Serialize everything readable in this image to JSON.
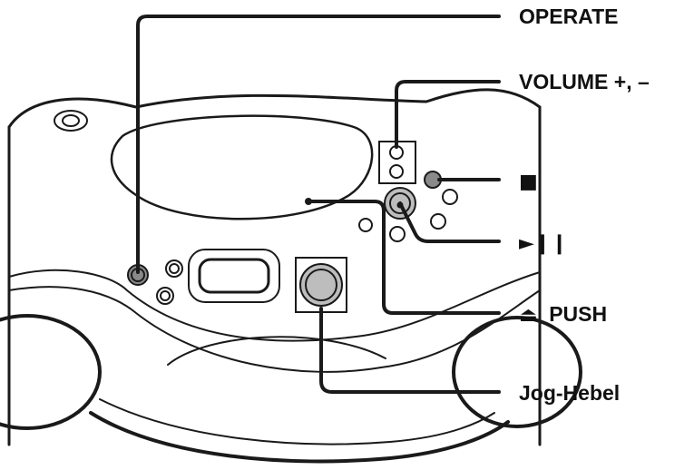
{
  "diagram": {
    "callouts": {
      "operate": "OPERATE",
      "volume": "VOLUME +, –",
      "stop": "■",
      "play_pause": "►❙❙",
      "eject_symbol": "⏏",
      "eject_label": "PUSH",
      "jog": "Jog-Hebel"
    }
  },
  "colors": {
    "line": "#1a1a1a",
    "button_fill_dark": "#8a8a8a",
    "button_fill_light": "#bdbdbd"
  }
}
